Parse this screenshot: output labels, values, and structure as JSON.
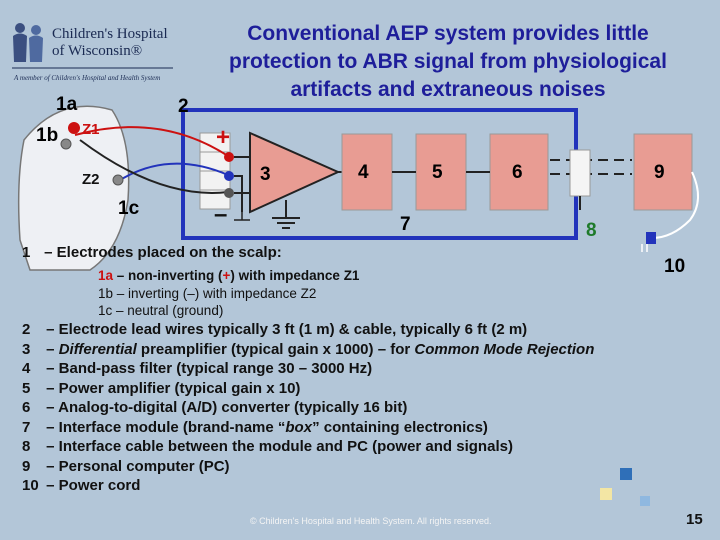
{
  "logo": {
    "name": "Children's Hospital\nof Wisconsin®",
    "tagline": "A member of Children's Hospital and Health System"
  },
  "title": "Conventional AEP system provides little\nprotection to ABR signal from physiological\nartifacts and extraneous noises",
  "diagram": {
    "electrode_labels": {
      "a": "1a",
      "b": "1b",
      "c": "1c"
    },
    "z1": "Z1",
    "z2": "Z2",
    "plus": "+",
    "minus": "–",
    "numbers": {
      "n2": "2",
      "n3": "3",
      "n4": "4",
      "n5": "5",
      "n6": "6",
      "n7": "7",
      "n8": "8",
      "n9": "9",
      "n10": "10"
    }
  },
  "legend": {
    "item1": {
      "num": "1",
      "text": "– Electrodes placed on the scalp:"
    },
    "sub_a": {
      "label": "1a",
      "text": " – non-inverting (",
      "sign": "+",
      "text_end": ") with impedance Z1"
    },
    "sub_b": "1b – inverting (–) with impedance Z2",
    "sub_c": "1c – neutral (ground)",
    "items": [
      {
        "num": "2",
        "text": "– Electrode lead wires typically 3 ft (1 m) & cable, typically 6 ft (2 m)"
      },
      {
        "num": "3",
        "text_pre": "– ",
        "text_em": "Differential",
        "text_mid": " preamplifier (typical gain x 1000) – for ",
        "text_em2": "Common Mode Rejection"
      },
      {
        "num": "4",
        "text": "– Band-pass filter (typical range 30 – 3000 Hz)"
      },
      {
        "num": "5",
        "text": "– Power amplifier (typical gain x 10)"
      },
      {
        "num": "6",
        "text": "– Analog-to-digital (A/D) converter (typically 16 bit)"
      },
      {
        "num": "7",
        "text_pre": "– Interface module (brand-name “",
        "text_em": "box",
        "text_mid": "” containing electronics)"
      },
      {
        "num": "8",
        "text": "– Interface cable between the module and PC (power and signals)"
      },
      {
        "num": "9",
        "text": "– Personal computer (PC)"
      },
      {
        "num": "10",
        "text": "– Power cord"
      }
    ]
  },
  "footer": {
    "copyright": "© Children's Hospital and Health System. All rights reserved.",
    "page_number": "15"
  },
  "colors": {
    "title": "#1e1e9a",
    "background": "#b3c6d8",
    "accent_red": "#cc1111",
    "box_fill": "#e89c93",
    "module_border": "#2233bb"
  }
}
